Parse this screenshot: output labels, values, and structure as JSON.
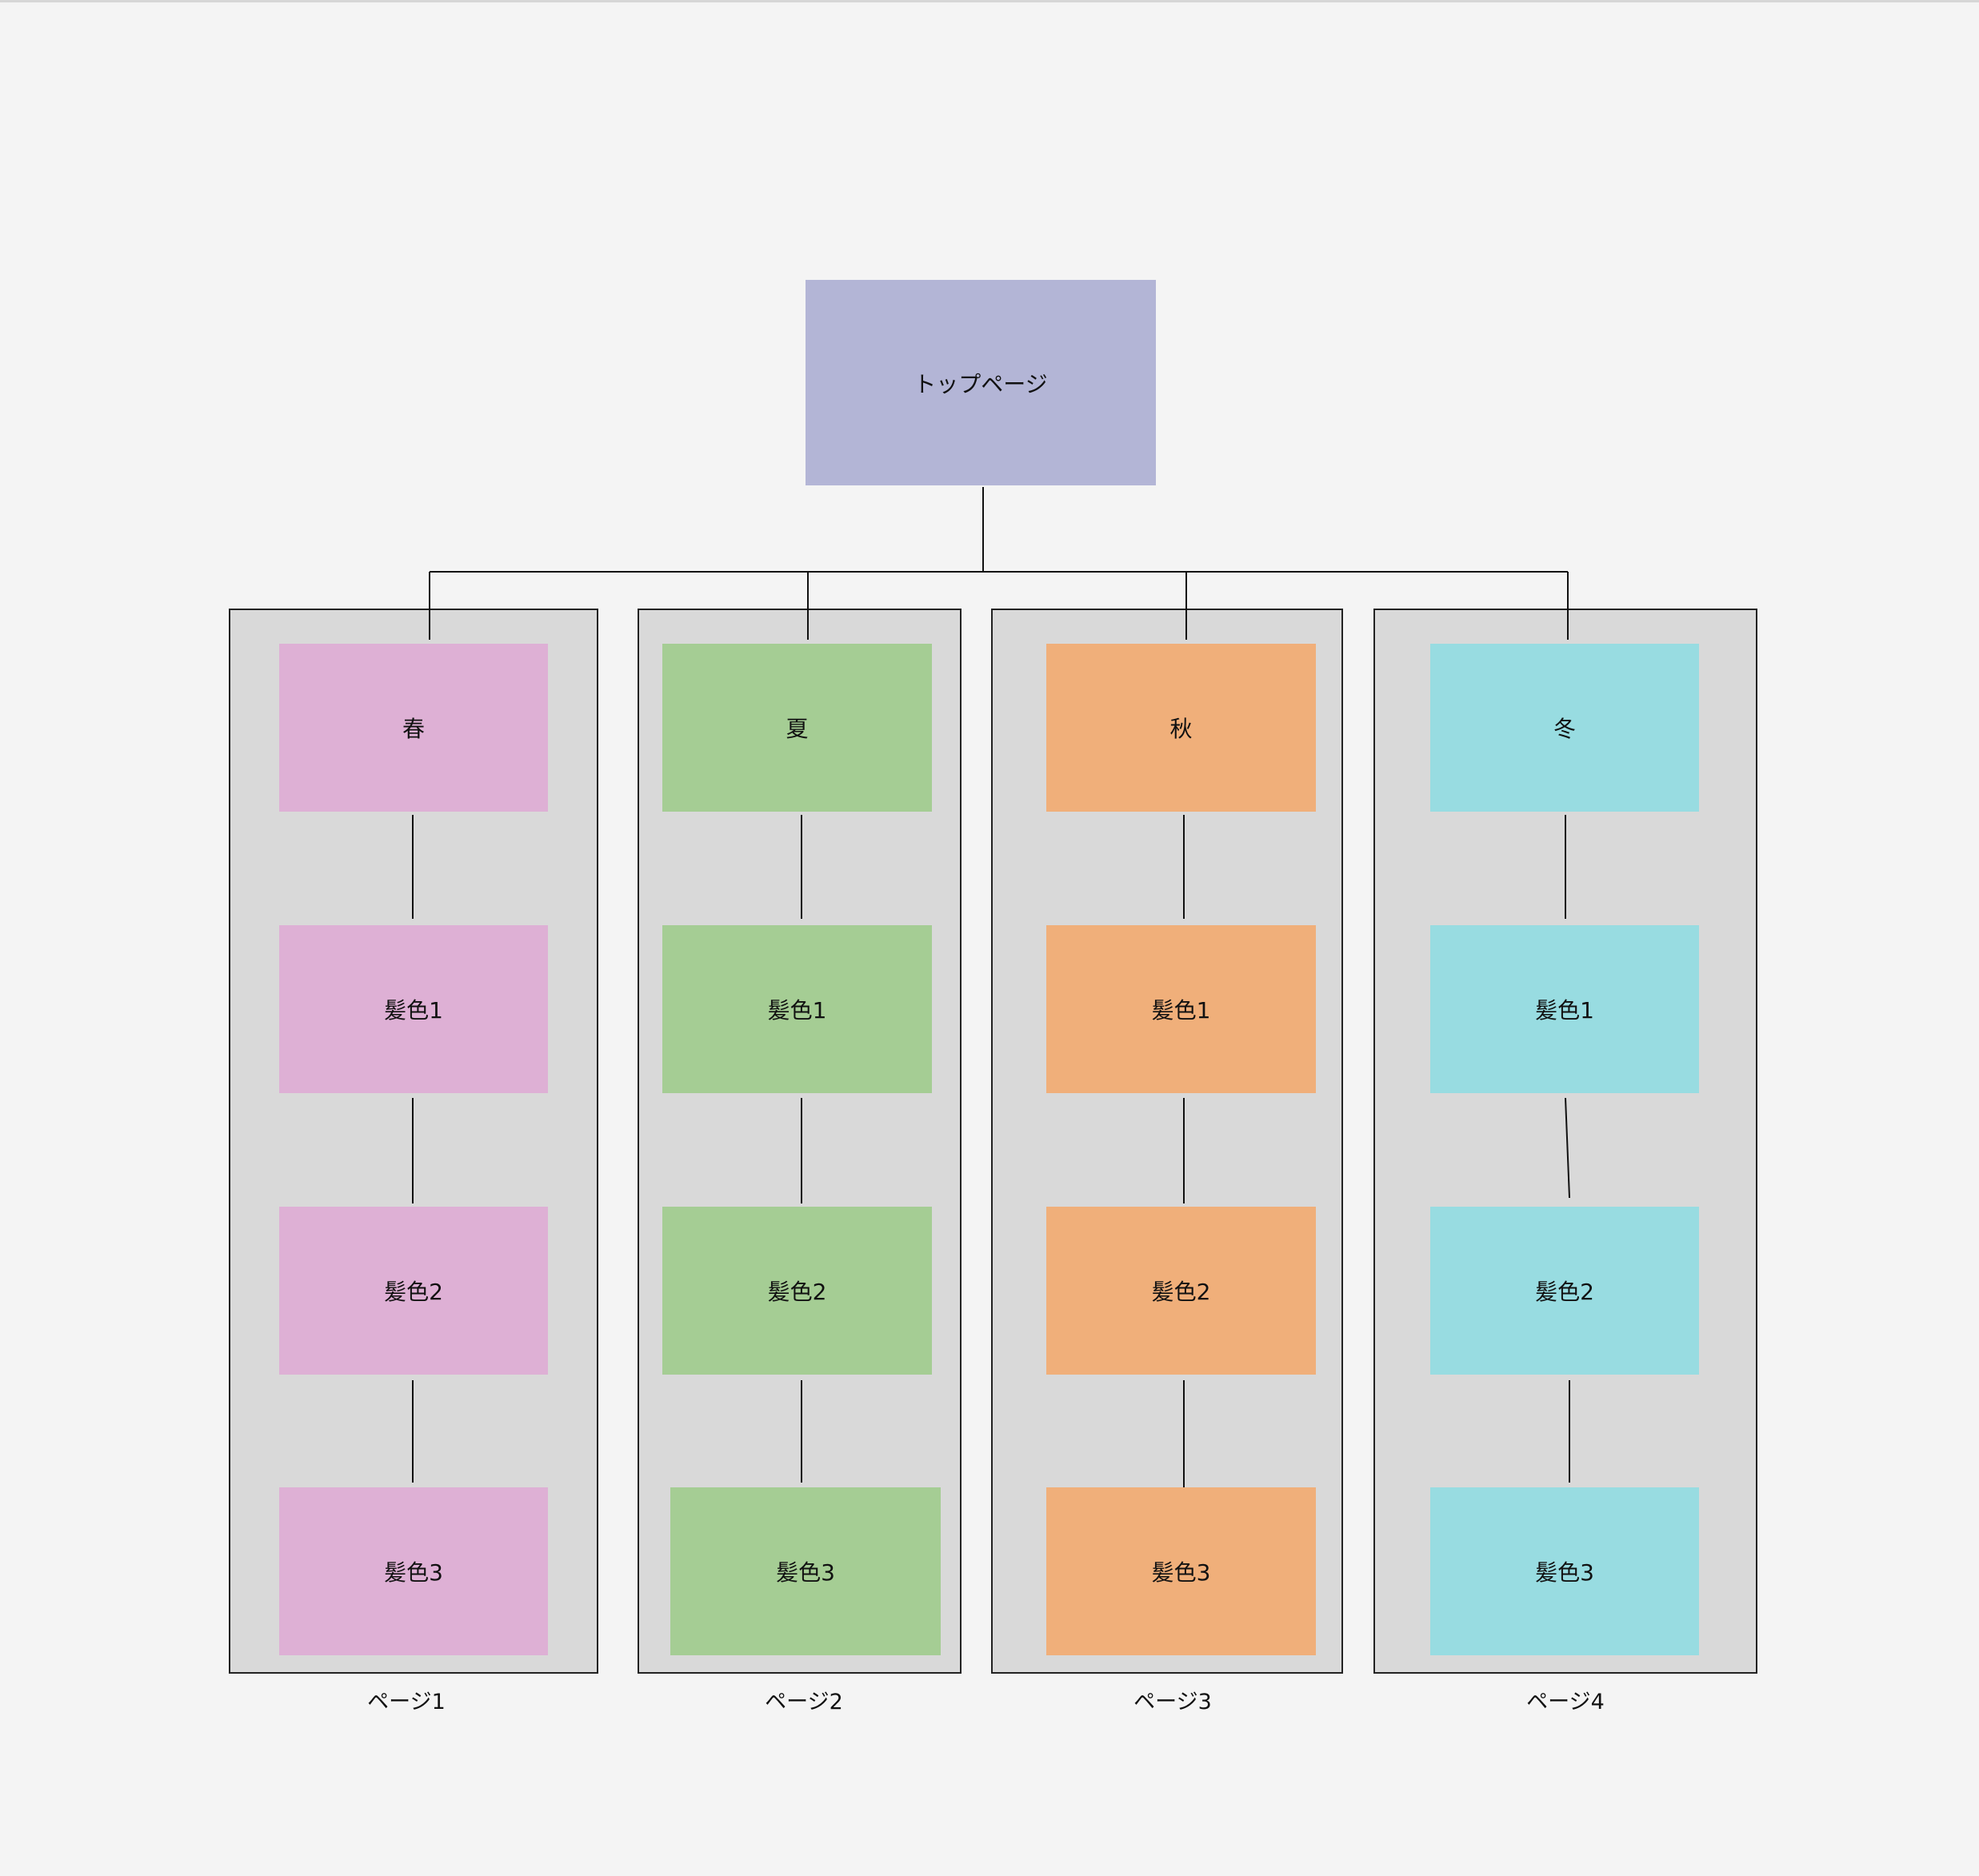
{
  "top": {
    "label": "トップページ",
    "color": "#b3b5d6"
  },
  "pages": [
    {
      "label": "ページ1",
      "season": "春",
      "color": "#deb0d5",
      "items": [
        "髪色1",
        "髪色2",
        "髪色3"
      ]
    },
    {
      "label": "ページ2",
      "season": "夏",
      "color": "#a5cd94",
      "items": [
        "髪色1",
        "髪色2",
        "髪色3"
      ]
    },
    {
      "label": "ページ3",
      "season": "秋",
      "color": "#f0af7a",
      "items": [
        "髪色1",
        "髪色2",
        "髪色3"
      ]
    },
    {
      "label": "ページ4",
      "season": "冬",
      "color": "#98dce1",
      "items": [
        "髪色1",
        "髪色2",
        "髪色3"
      ]
    }
  ]
}
